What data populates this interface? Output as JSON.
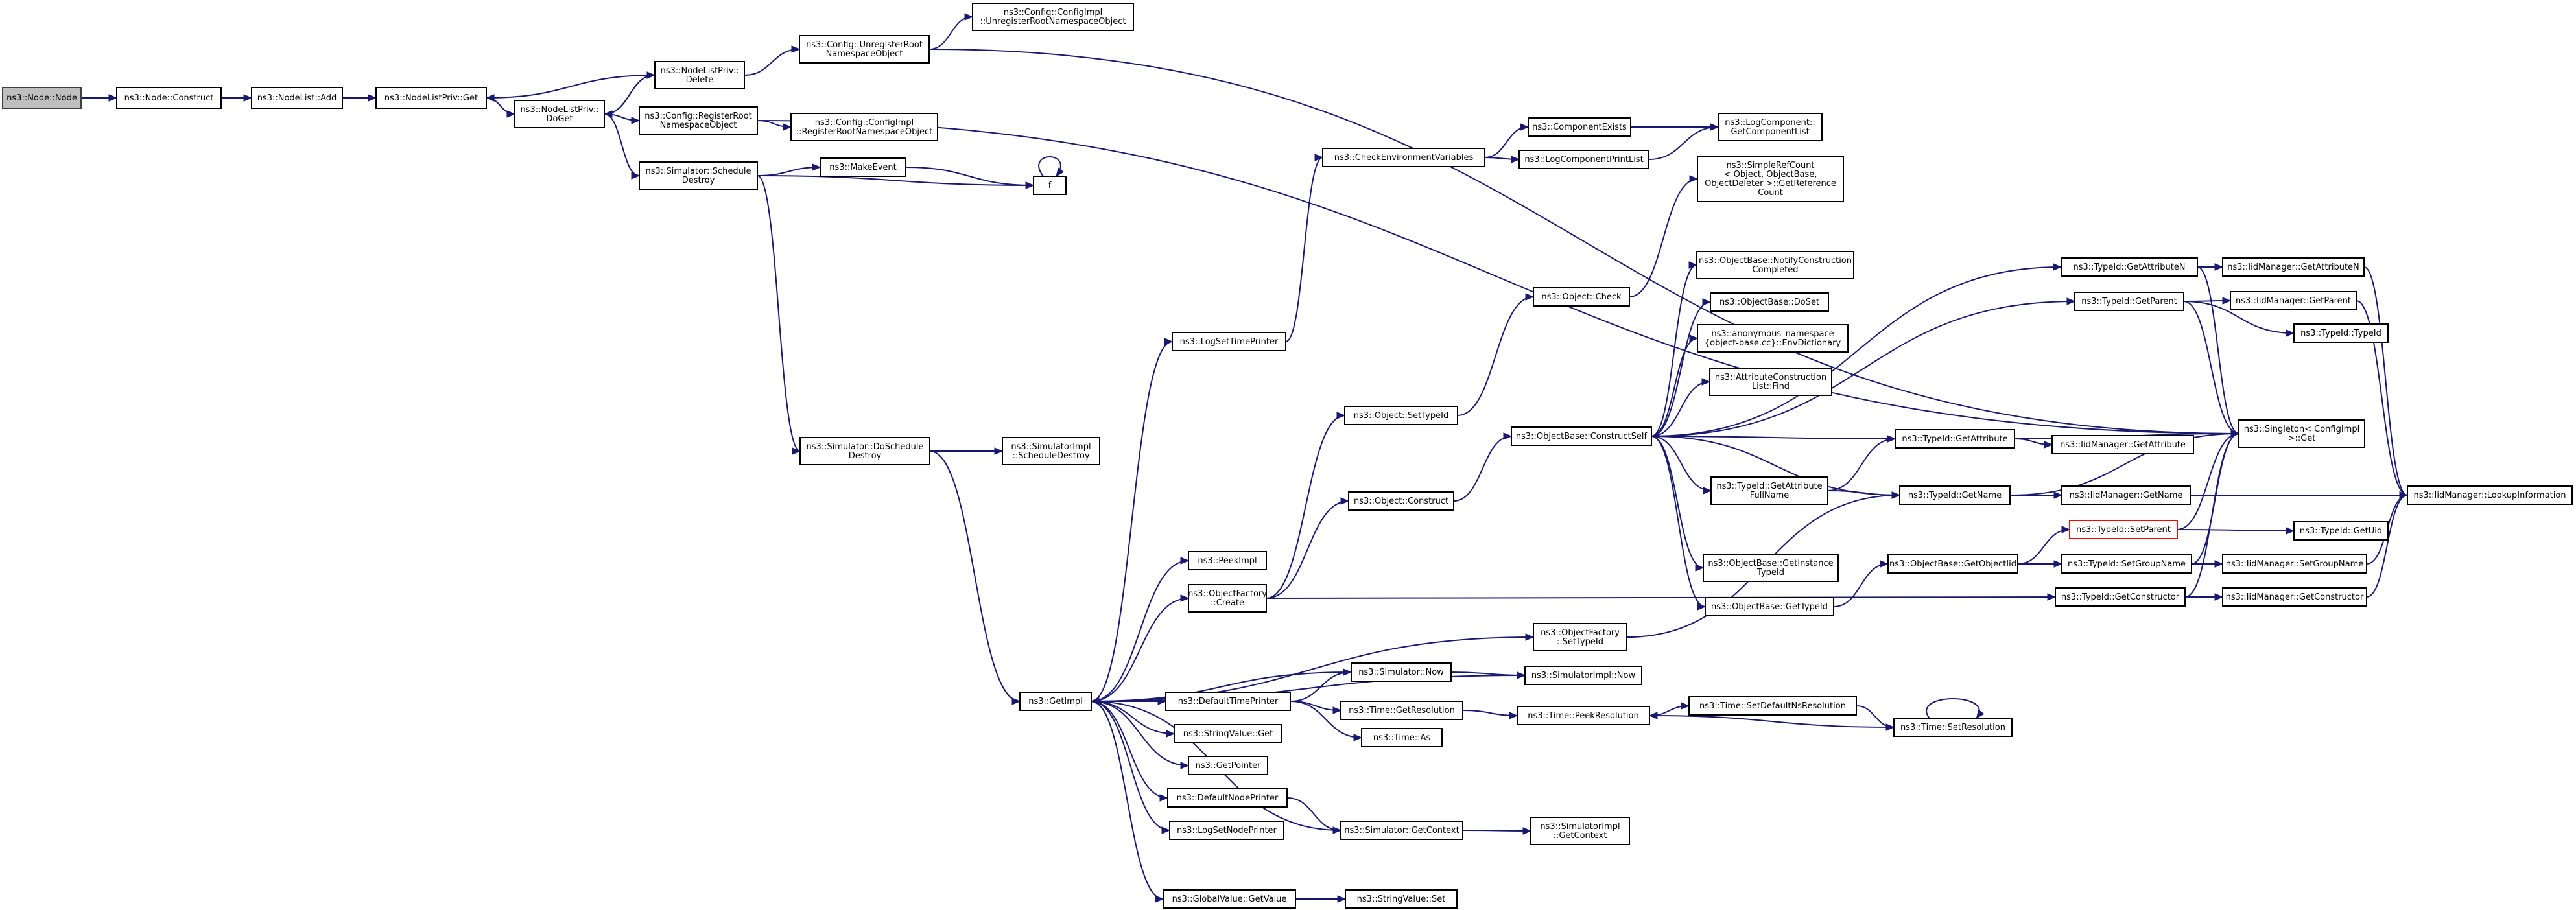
{
  "colors": {
    "edge": "#191970",
    "node_border": "#000000",
    "root_fill": "#bfbfbf",
    "highlight_border": "#ff0000"
  },
  "nodes": [
    {
      "id": "n0",
      "lines": [
        "ns3::Node::Node"
      ]
    },
    {
      "id": "n1",
      "lines": [
        "ns3::Node::Construct"
      ]
    },
    {
      "id": "n2",
      "lines": [
        "ns3::NodeList::Add"
      ]
    },
    {
      "id": "n3",
      "lines": [
        "ns3::NodeListPriv::Get"
      ]
    },
    {
      "id": "n4",
      "lines": [
        "ns3::NodeListPriv::",
        "Delete"
      ]
    },
    {
      "id": "n5",
      "lines": [
        "ns3::NodeListPriv::",
        "DoGet"
      ]
    },
    {
      "id": "n6",
      "lines": [
        "ns3::Config::UnregisterRoot",
        "NamespaceObject"
      ]
    },
    {
      "id": "n7",
      "lines": [
        "ns3::Config::ConfigImpl",
        "::UnregisterRootNamespaceObject"
      ]
    },
    {
      "id": "n8",
      "lines": [
        "ns3::Config::RegisterRoot",
        "NamespaceObject"
      ]
    },
    {
      "id": "n9",
      "lines": [
        "ns3::Config::ConfigImpl",
        "::RegisterRootNamespaceObject"
      ]
    },
    {
      "id": "n10",
      "lines": [
        "ns3::Simulator::Schedule",
        "Destroy"
      ]
    },
    {
      "id": "n11",
      "lines": [
        "ns3::MakeEvent"
      ]
    },
    {
      "id": "n12",
      "lines": [
        "f"
      ]
    },
    {
      "id": "n13",
      "lines": [
        "ns3::Simulator::DoSchedule",
        "Destroy"
      ]
    },
    {
      "id": "n14",
      "lines": [
        "ns3::SimulatorImpl",
        "::ScheduleDestroy"
      ]
    },
    {
      "id": "n15",
      "lines": [
        "ns3::GetImpl"
      ]
    },
    {
      "id": "n16",
      "lines": [
        "ns3::LogSetTimePrinter"
      ]
    },
    {
      "id": "n17",
      "lines": [
        "ns3::CheckEnvironmentVariables"
      ]
    },
    {
      "id": "n18",
      "lines": [
        "ns3::ComponentExists"
      ]
    },
    {
      "id": "n19",
      "lines": [
        "ns3::LogComponentPrintList"
      ]
    },
    {
      "id": "n20",
      "lines": [
        "ns3::LogComponent::",
        "GetComponentList"
      ]
    },
    {
      "id": "n21",
      "lines": [
        "ns3::SimpleRefCount",
        "< Object, ObjectBase,",
        "ObjectDeleter >::GetReference",
        "Count"
      ]
    },
    {
      "id": "n22",
      "lines": [
        "ns3::Object::Check"
      ]
    },
    {
      "id": "n23",
      "lines": [
        "ns3::ObjectBase::NotifyConstruction",
        "Completed"
      ]
    },
    {
      "id": "n24",
      "lines": [
        "ns3::ObjectBase::DoSet"
      ]
    },
    {
      "id": "n25",
      "lines": [
        "ns3::anonymous_namespace",
        "{object-base.cc}::EnvDictionary"
      ]
    },
    {
      "id": "n26",
      "lines": [
        "ns3::AttributeConstruction",
        "List::Find"
      ]
    },
    {
      "id": "n27",
      "lines": [
        "ns3::ObjectBase::ConstructSelf"
      ]
    },
    {
      "id": "n28",
      "lines": [
        "ns3::Object::SetTypeId"
      ]
    },
    {
      "id": "n29",
      "lines": [
        "ns3::Object::Construct"
      ]
    },
    {
      "id": "n30",
      "lines": [
        "ns3::TypeId::GetAttribute",
        "FullName"
      ]
    },
    {
      "id": "n31",
      "lines": [
        "ns3::ObjectBase::GetInstance",
        "TypeId"
      ]
    },
    {
      "id": "n32",
      "lines": [
        "ns3::ObjectBase::GetTypeId"
      ]
    },
    {
      "id": "n33",
      "lines": [
        "ns3::PeekImpl"
      ]
    },
    {
      "id": "n34",
      "lines": [
        "ns3::ObjectFactory",
        "::Create"
      ]
    },
    {
      "id": "n35",
      "lines": [
        "ns3::ObjectFactory",
        "::SetTypeId"
      ]
    },
    {
      "id": "n36",
      "lines": [
        "ns3::DefaultTimePrinter"
      ]
    },
    {
      "id": "n37",
      "lines": [
        "ns3::Simulator::Now"
      ]
    },
    {
      "id": "n38",
      "lines": [
        "ns3::SimulatorImpl::Now"
      ]
    },
    {
      "id": "n39",
      "lines": [
        "ns3::Time::GetResolution"
      ]
    },
    {
      "id": "n40",
      "lines": [
        "ns3::Time::As"
      ]
    },
    {
      "id": "n41",
      "lines": [
        "ns3::Time::PeekResolution"
      ]
    },
    {
      "id": "n42",
      "lines": [
        "ns3::Time::SetDefaultNsResolution"
      ]
    },
    {
      "id": "n43",
      "lines": [
        "ns3::Time::SetResolution"
      ]
    },
    {
      "id": "n44",
      "lines": [
        "ns3::StringValue::Get"
      ]
    },
    {
      "id": "n45",
      "lines": [
        "ns3::GetPointer"
      ]
    },
    {
      "id": "n46",
      "lines": [
        "ns3::DefaultNodePrinter"
      ]
    },
    {
      "id": "n47",
      "lines": [
        "ns3::LogSetNodePrinter"
      ]
    },
    {
      "id": "n48",
      "lines": [
        "ns3::Simulator::GetContext"
      ]
    },
    {
      "id": "n49",
      "lines": [
        "ns3::SimulatorImpl",
        "::GetContext"
      ]
    },
    {
      "id": "n50",
      "lines": [
        "ns3::GlobalValue::GetValue"
      ]
    },
    {
      "id": "n51",
      "lines": [
        "ns3::StringValue::Set"
      ]
    },
    {
      "id": "n52",
      "lines": [
        "ns3::TypeId::GetAttributeN"
      ]
    },
    {
      "id": "n53",
      "lines": [
        "ns3::IidManager::GetAttributeN"
      ]
    },
    {
      "id": "n54",
      "lines": [
        "ns3::TypeId::GetParent"
      ]
    },
    {
      "id": "n55",
      "lines": [
        "ns3::IidManager::GetParent"
      ]
    },
    {
      "id": "n56",
      "lines": [
        "ns3::TypeId::TypeId"
      ]
    },
    {
      "id": "n57",
      "lines": [
        "ns3::TypeId::GetAttribute"
      ]
    },
    {
      "id": "n58",
      "lines": [
        "ns3::IidManager::GetAttribute"
      ]
    },
    {
      "id": "n59",
      "lines": [
        "ns3::Singleton< ConfigImpl",
        ">::Get"
      ]
    },
    {
      "id": "n60",
      "lines": [
        "ns3::TypeId::GetName"
      ]
    },
    {
      "id": "n61",
      "lines": [
        "ns3::IidManager::GetName"
      ]
    },
    {
      "id": "n62",
      "lines": [
        "ns3::IidManager::LookupInformation"
      ]
    },
    {
      "id": "n63",
      "lines": [
        "ns3::TypeId::SetParent"
      ]
    },
    {
      "id": "n64",
      "lines": [
        "ns3::TypeId::GetUid"
      ]
    },
    {
      "id": "n65",
      "lines": [
        "ns3::ObjectBase::GetObjectIid"
      ]
    },
    {
      "id": "n66",
      "lines": [
        "ns3::TypeId::SetGroupName"
      ]
    },
    {
      "id": "n67",
      "lines": [
        "ns3::IidManager::SetGroupName"
      ]
    },
    {
      "id": "n68",
      "lines": [
        "ns3::TypeId::GetConstructor"
      ]
    },
    {
      "id": "n69",
      "lines": [
        "ns3::IidManager::GetConstructor"
      ]
    }
  ]
}
